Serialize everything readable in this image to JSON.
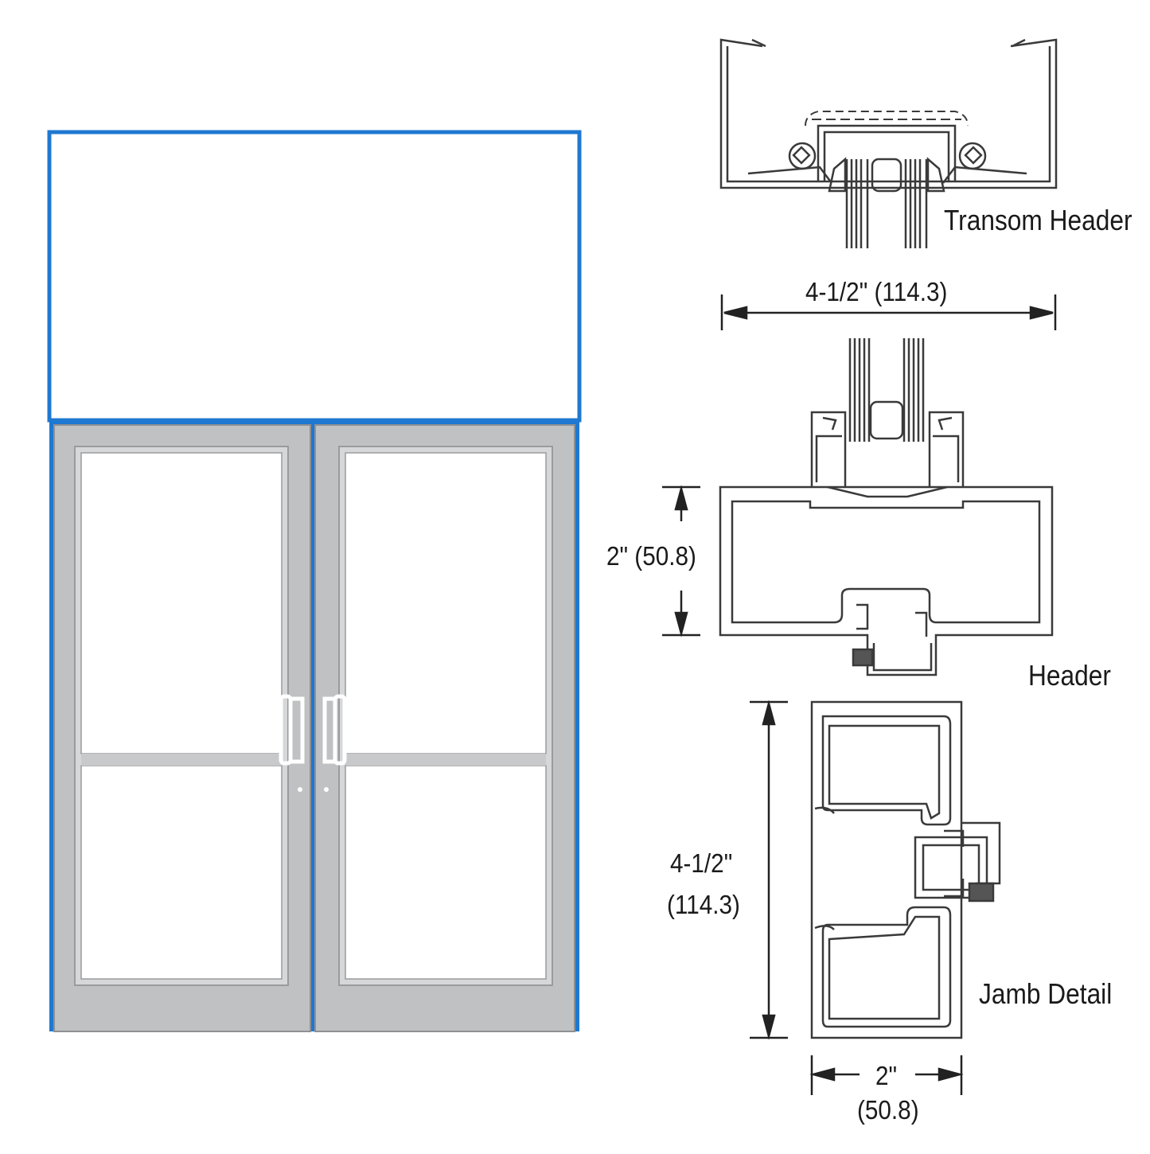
{
  "labels": {
    "transom_header": "Transom Header",
    "header": "Header",
    "jamb_detail": "Jamb Detail"
  },
  "dimensions": {
    "transom_width": "4-1/2\" (114.3)",
    "header_height": "2\" (50.8)",
    "jamb_height_in": "4-1/2\"",
    "jamb_height_mm": "(114.3)",
    "jamb_width_in": "2\"",
    "jamb_width_mm": "(50.8)"
  },
  "colors": {
    "frame_blue": "#1f78d1",
    "door_gray": "#c0c1c3",
    "line_dark": "#3a3a3a"
  }
}
